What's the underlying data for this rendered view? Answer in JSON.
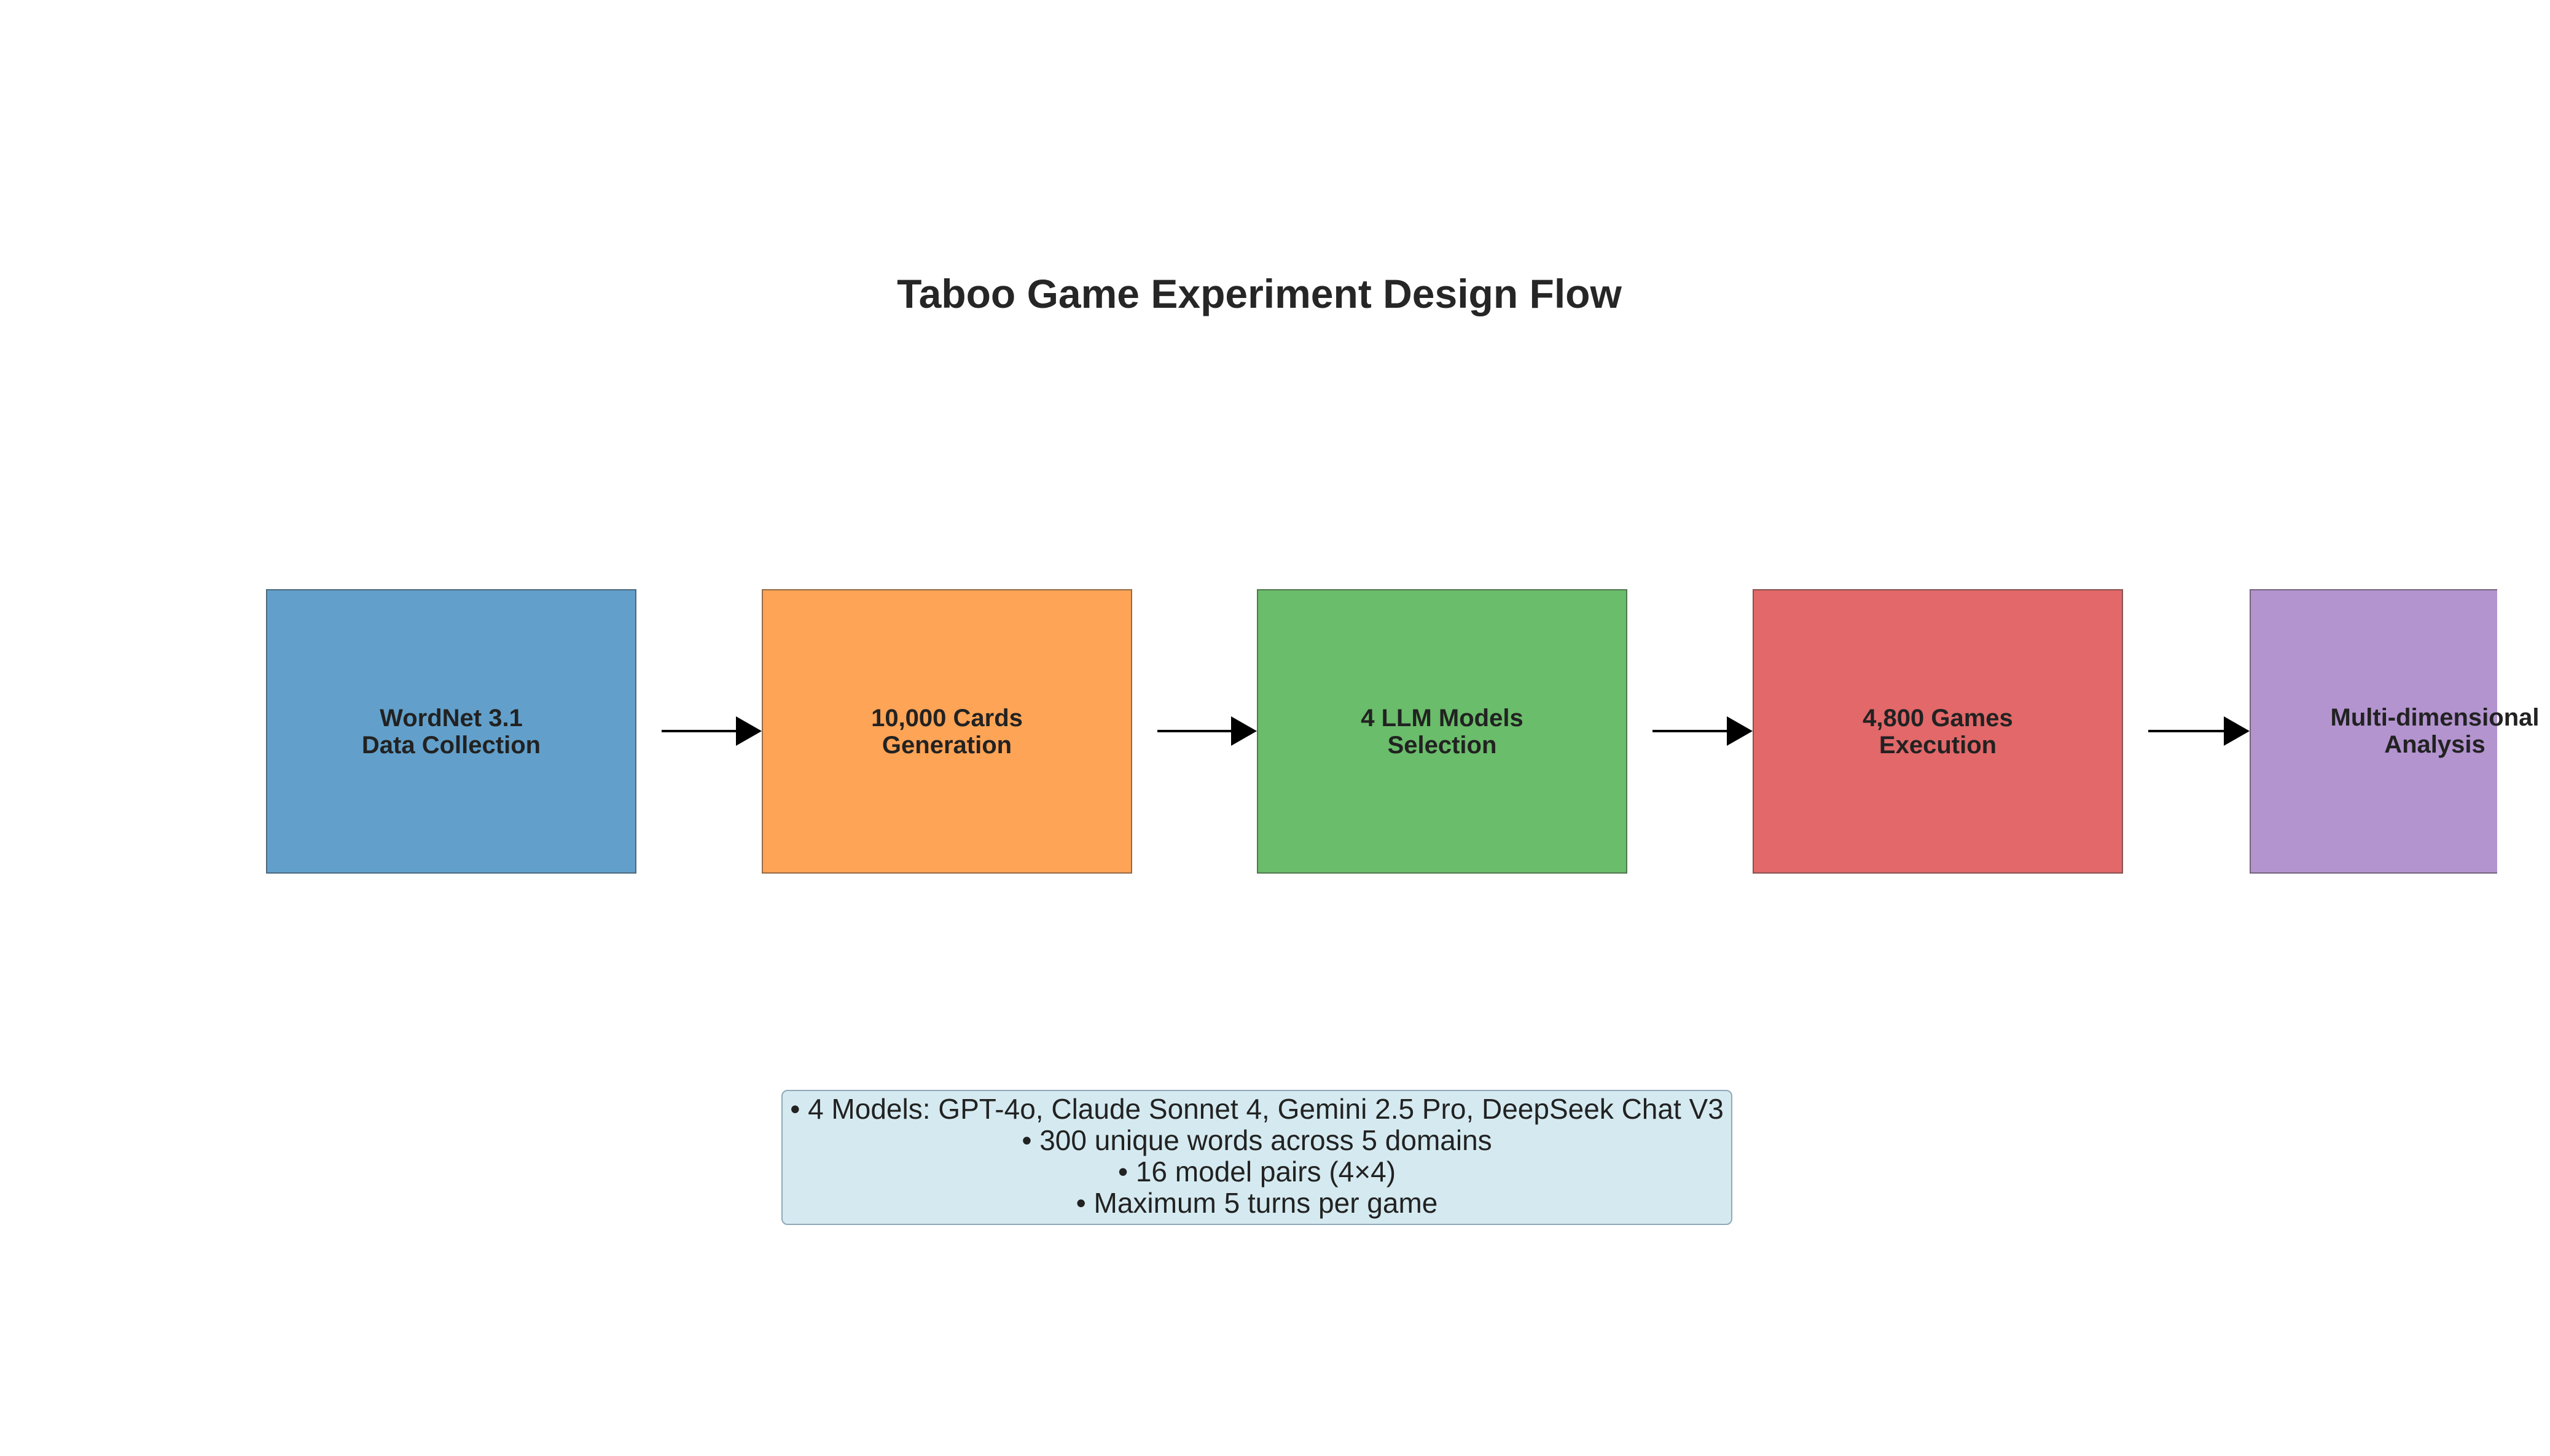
{
  "title": "Taboo Game Experiment Design Flow",
  "stages": [
    {
      "line1": "WordNet 3.1",
      "line2": "Data Collection",
      "color": "#62a0cb"
    },
    {
      "line1": "10,000 Cards",
      "line2": "Generation",
      "color": "#fea456"
    },
    {
      "line1": "4 LLM Models",
      "line2": "Selection",
      "color": "#6abd6a"
    },
    {
      "line1": "4,800 Games",
      "line2": "Execution",
      "color": "#e26869"
    },
    {
      "line1": "Multi-dimensional",
      "line2": "Analysis",
      "color": "#b394cf"
    }
  ],
  "notes": [
    "• 4 Models: GPT-4o, Claude Sonnet 4, Gemini 2.5 Pro, DeepSeek Chat V3",
    "• 300 unique words across 5 domains",
    "• 16 model pairs (4×4)",
    "• Maximum 5 turns per game"
  ],
  "colors": {
    "notes_background": "#d5eaf0",
    "notes_border": "#8fa9b8",
    "arrow": "#000000"
  }
}
